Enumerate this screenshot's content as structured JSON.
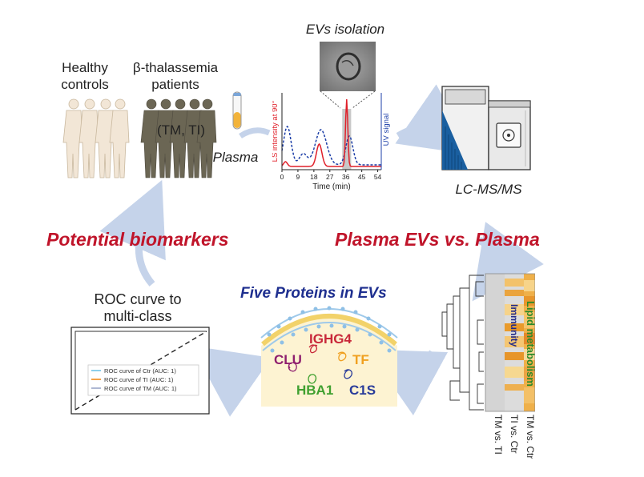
{
  "header": {
    "healthy_line1": "Healthy",
    "healthy_line2": "controls",
    "thal_line1": "β-thalassemia",
    "thal_line2": "patients",
    "tm_ti": "(TM, TI)",
    "plasma": "Plasma",
    "evs_isolation": "EVs isolation",
    "lcms": "LC-MS/MS"
  },
  "chromatogram": {
    "ylabel_left": "LS intensity at 90°",
    "ylabel_right": "UV signal",
    "xlabel": "Time (min)",
    "xticks": [
      "0",
      "9",
      "18",
      "27",
      "36",
      "45",
      "54"
    ],
    "colors": {
      "ls": "#e0202a",
      "uv": "#1d3fa8",
      "highlight": "#c8c8c8"
    }
  },
  "middle": {
    "potential_biomarkers": "Potential biomarkers",
    "plasma_evs_vs_plasma": "Plasma EVs vs. Plasma"
  },
  "heatmap": {
    "label_immunity": "Immunity",
    "label_lipid": "Lipid metabolism",
    "columns": [
      "TM vs. TI",
      "TI vs. Ctr",
      "TM vs. Ctr"
    ]
  },
  "proteins": {
    "title": "Five Proteins in EVs",
    "items": [
      {
        "name": "IGHG4",
        "color": "#c8283a"
      },
      {
        "name": "CLU",
        "color": "#8e1e6e"
      },
      {
        "name": "TF",
        "color": "#f0a020"
      },
      {
        "name": "HBA1",
        "color": "#40a030"
      },
      {
        "name": "C1S",
        "color": "#2a3c9a"
      }
    ]
  },
  "roc": {
    "title_line1": "ROC curve to",
    "title_line2": "multi-class",
    "legend": [
      {
        "label": "ROC curve of Ctr (AUC: 1)",
        "color": "#6fc3e8"
      },
      {
        "label": "ROC curve of TI (AUC: 1)",
        "color": "#f28a1a"
      },
      {
        "label": "ROC curve of TM (AUC: 1)",
        "color": "#9aa7c8"
      }
    ]
  }
}
